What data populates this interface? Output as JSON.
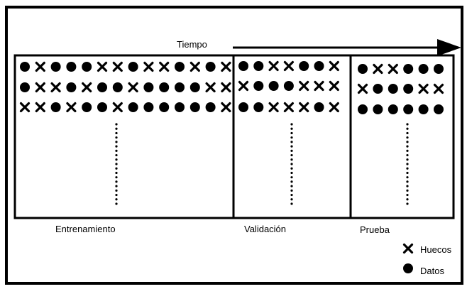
{
  "timeline": {
    "label": "Tiempo"
  },
  "sections": [
    {
      "label": "Entrenamiento",
      "rows": [
        [
          "o",
          "x",
          "o",
          "o",
          "o",
          "x",
          "x",
          "o",
          "x",
          "x",
          "o",
          "x",
          "o",
          "x"
        ],
        [
          "o",
          "x",
          "x",
          "o",
          "x",
          "o",
          "o",
          "x",
          "o",
          "o",
          "o",
          "o",
          "x",
          "x"
        ],
        [
          "x",
          "x",
          "o",
          "x",
          "o",
          "o",
          "x",
          "o",
          "o",
          "o",
          "o",
          "o",
          "o",
          "x"
        ]
      ]
    },
    {
      "label": "Validación",
      "rows": [
        [
          "o",
          "o",
          "x",
          "x",
          "o",
          "o",
          "x"
        ],
        [
          "x",
          "o",
          "o",
          "o",
          "x",
          "x",
          "x"
        ],
        [
          "o",
          "o",
          "x",
          "x",
          "x",
          "o",
          "x"
        ]
      ]
    },
    {
      "label": "Prueba",
      "rows": [
        [
          "o",
          "x",
          "x",
          "o",
          "o",
          "o"
        ],
        [
          "x",
          "o",
          "o",
          "o",
          "x",
          "x"
        ],
        [
          "o",
          "o",
          "o",
          "o",
          "o",
          "o"
        ]
      ]
    }
  ],
  "legend": [
    {
      "symbol": "x",
      "label": "Huecos"
    },
    {
      "symbol": "o",
      "label": "Datos"
    }
  ]
}
